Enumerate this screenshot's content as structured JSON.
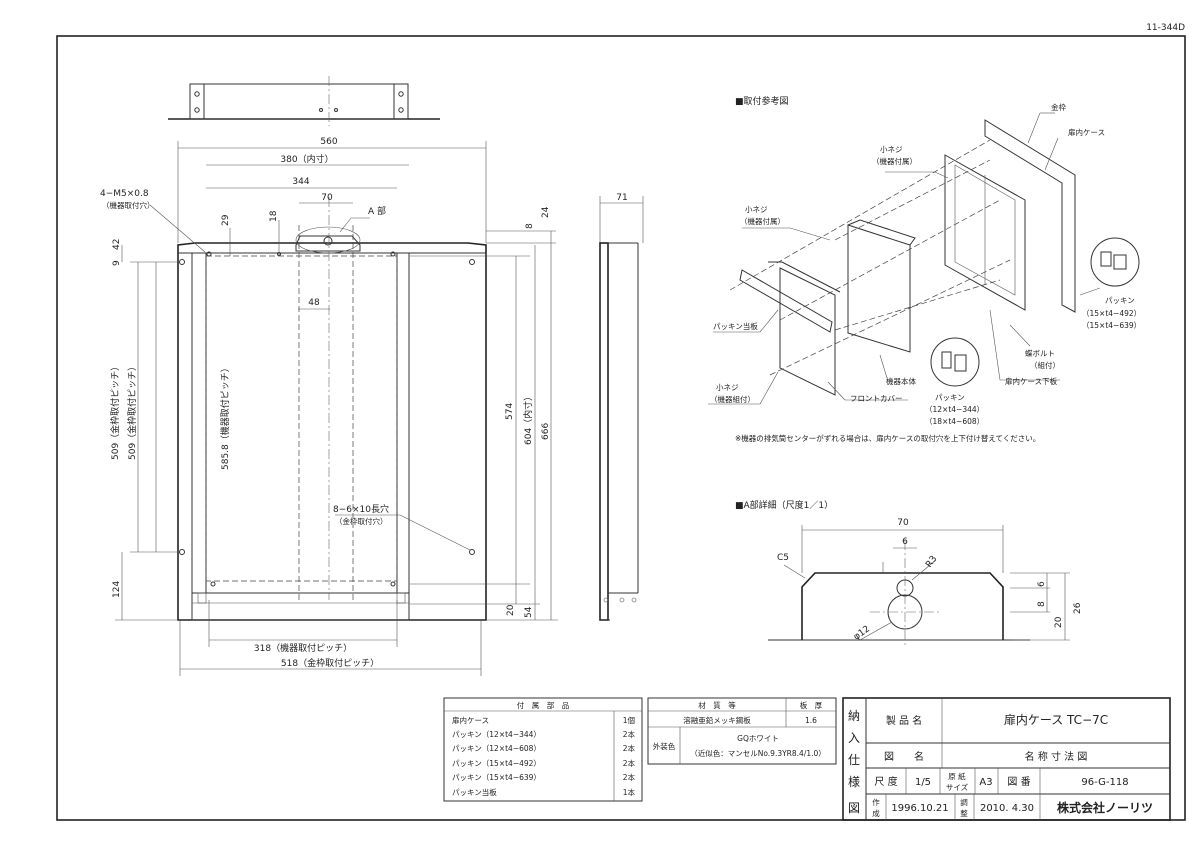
{
  "drawing_code": "11-344D",
  "front_view": {
    "dims": {
      "overall_width": "560",
      "inner_width": "380（内寸）",
      "w344": "344",
      "w70": "70",
      "w48": "48",
      "h29": "29",
      "h18": "18",
      "h24": "24",
      "h8": "8",
      "h9": "9",
      "h42": "42",
      "pitch_509a": "509（金枠取付ピッチ）",
      "pitch_509b": "509（金枠取付ピッチ）",
      "h585": "585.8（機器取付ピッチ）",
      "h574": "574",
      "h604": "604（内寸）",
      "h666": "666",
      "h124": "124",
      "h20": "20",
      "h54": "54",
      "pitch_318": "318（機器取付ピッチ）",
      "pitch_518": "518（金枠取付ピッチ）"
    },
    "notes": {
      "m5": "4−M5×0.8",
      "m5_sub": "（機器取付穴）",
      "a_part": "A 部",
      "slot": "8−6×10長穴",
      "slot_sub": "（金枠取付穴）"
    }
  },
  "side_view": {
    "depth": "71"
  },
  "mount_ref": {
    "title": "■取付参考図",
    "labels": {
      "kanawaku": "金枠",
      "case": "扉内ケース",
      "screw1": "小ネジ",
      "screw1_sub": "（機器付属）",
      "screw2": "小ネジ",
      "screw2_sub": "（機器付属）",
      "packing_plate": "パッキン当板",
      "screw3": "小ネジ",
      "screw3_sub": "（機器組付）",
      "front_cover": "フロントカバー",
      "unit": "機器本体",
      "packing1": "パッキン",
      "packing1_a": "（12×t4−344）",
      "packing1_b": "（18×t4−608）",
      "wing_bolt": "蝶ボルト",
      "wing_bolt_sub": "（組付）",
      "lower_plate": "扉内ケース下板",
      "packing2": "パッキン",
      "packing2_a": "（15×t4−492）",
      "packing2_b": "（15×t4−639）"
    },
    "note": "※機器の排気筒センターがずれる場合は、扉内ケースの取付穴を上下付け替えてください。"
  },
  "detail_a": {
    "title": "■A部詳細（尺度1／1）",
    "dims": {
      "w70": "70",
      "w6": "6",
      "r3": "R3",
      "c5": "C5",
      "h6": "6",
      "h8": "8",
      "h20": "20",
      "h26": "26",
      "phi12": "φ12"
    }
  },
  "accessories": {
    "header": [
      "付　属　部　品"
    ],
    "rows": [
      {
        "name": "扉内ケース",
        "qty": "1個"
      },
      {
        "name": "パッキン（12×t4−344）",
        "qty": "2本"
      },
      {
        "name": "パッキン（12×t4−608）",
        "qty": "2本"
      },
      {
        "name": "パッキン（15×t4−492）",
        "qty": "2本"
      },
      {
        "name": "パッキン（15×t4−639）",
        "qty": "2本"
      },
      {
        "name": "パッキン当板",
        "qty": "1本"
      }
    ]
  },
  "material": {
    "col_material": "材　質　等",
    "col_thickness": "板　厚",
    "material": "溶融亜鉛メッキ鋼板",
    "thickness": "1.6",
    "finish_label": "外装色",
    "finish_color": "GQホワイト",
    "finish_note": "（近似色：マンセルNo.9.3YR8.4/1.0）"
  },
  "title_block": {
    "side": [
      "納",
      "入",
      "仕",
      "様",
      "図"
    ],
    "product_label": "製 品 名",
    "product_name": "扉内ケース TC−7C",
    "drawing_label": "図　　名",
    "drawing_name": "名 称 寸 法 図",
    "scale_label": "尺 度",
    "scale": "1/5",
    "paper_label": "原 紙",
    "paper_label2": "サイズ",
    "paper": "A3",
    "number_label": "図 番",
    "number": "96-G-118",
    "made_label": "作",
    "made_label2": "成",
    "made_date": "1996.10.21",
    "adjust_label": "調",
    "adjust_label2": "整",
    "adjust_date": "2010. 4.30",
    "company": "株式会社ノーリツ"
  }
}
